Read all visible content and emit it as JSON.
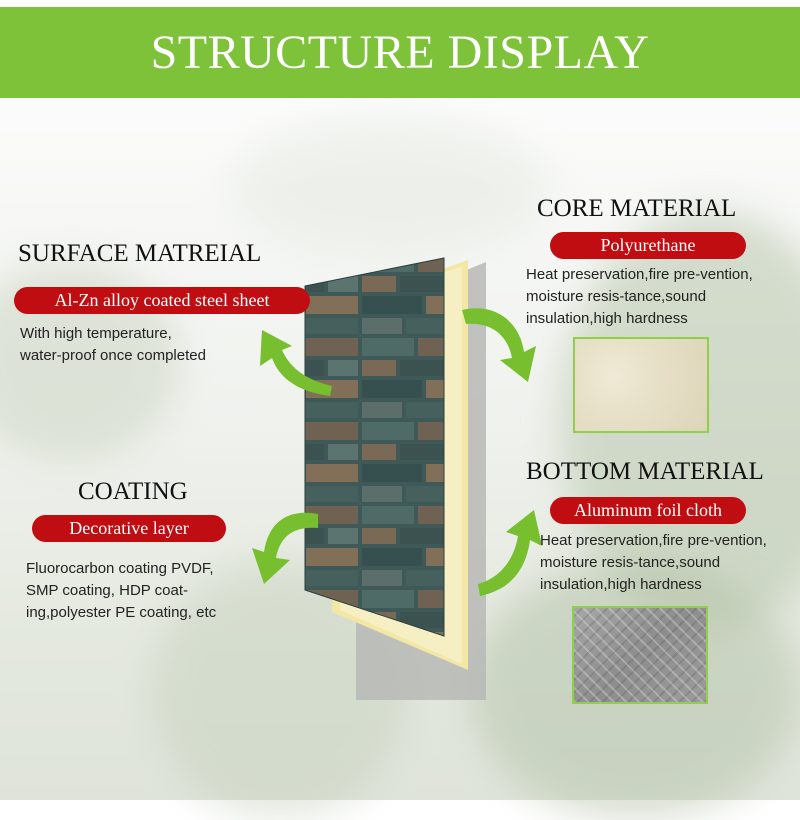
{
  "banner": {
    "title": "STRUCTURE DISPLAY",
    "color": "#7ec23a"
  },
  "accent_red": "#c00d12",
  "arrow_color": "#77bf2e",
  "surface": {
    "heading": "SURFACE MATREIAL",
    "tag": "Al-Zn alloy coated steel sheet",
    "desc_lines": [
      "With high temperature,",
      "water-proof once completed"
    ]
  },
  "coating": {
    "heading": "COATING",
    "tag": "Decorative layer",
    "desc_lines": [
      "Fluorocarbon coating PVDF,",
      "SMP coating, HDP coat-",
      "ing,polyester PE coating, etc"
    ]
  },
  "core": {
    "heading": "CORE MATERIAL",
    "tag": "Polyurethane",
    "desc_lines": [
      "Heat preservation,fire pre-vention,",
      "moisture resis-tance,sound",
      "insulation,high hardness"
    ]
  },
  "bottom": {
    "heading": "BOTTOM MATERIAL",
    "tag": "Aluminum foil cloth",
    "desc_lines": [
      "Heat preservation,fire pre-vention,",
      "moisture resis-tance,sound",
      "insulation,high hardness"
    ]
  },
  "icons": [
    "arrow-icon"
  ]
}
